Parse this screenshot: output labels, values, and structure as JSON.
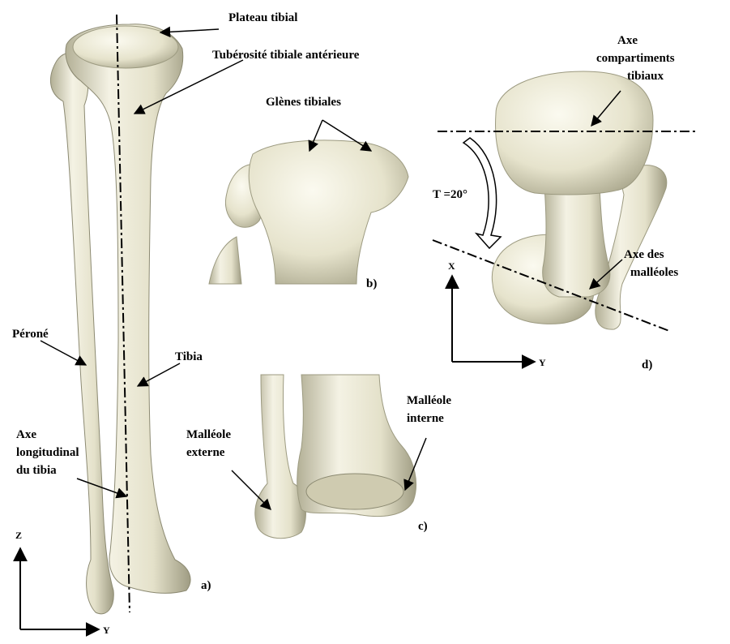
{
  "labels": {
    "plateau_tibial": "Plateau tibial",
    "tuberosite": "Tubérosité tibiale antérieure",
    "glenes": "Glènes tibiales",
    "axe_compartiments_1": "Axe",
    "axe_compartiments_2": "compartiments",
    "axe_compartiments_3": "tibiaux",
    "torsion": "T =20°",
    "axe_malleoles_1": "Axe des",
    "axe_malleoles_2": "malléoles",
    "perone": "Péroné",
    "tibia": "Tibia",
    "axe_long_1": "Axe",
    "axe_long_2": "longitudinal",
    "axe_long_3": "du tibia",
    "malleole_externe_1": "Malléole",
    "malleole_externe_2": "externe",
    "malleole_interne_1": "Malléole",
    "malleole_interne_2": "interne"
  },
  "panels": {
    "a": "a)",
    "b": "b)",
    "c": "c)",
    "d": "d)"
  },
  "axes": {
    "a_vertical": "Z",
    "a_horizontal": "Y",
    "d_vertical": "X",
    "d_horizontal": "Y"
  },
  "colors": {
    "bone": "#ecead8",
    "bone_shade": "#b9b69c",
    "line": "#000000"
  }
}
